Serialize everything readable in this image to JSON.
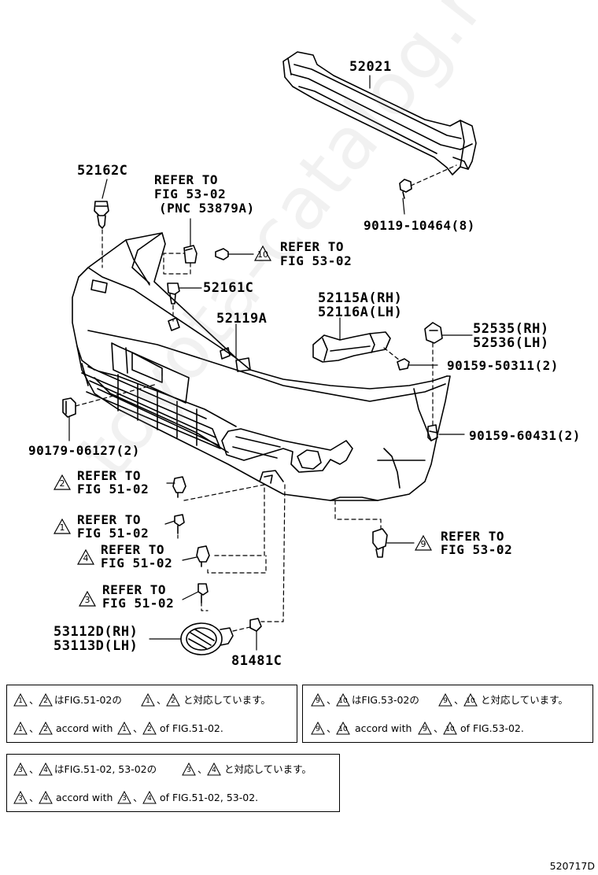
{
  "parts": {
    "reinforcement": "52021",
    "pin": "52162C",
    "retainer": "52161C",
    "bumper_cover": "52119A",
    "support_rh": "52115A(RH)",
    "support_lh": "52116A(LH)",
    "spacer_rh": "52535(RH)",
    "spacer_lh": "52536(LH)",
    "bolt_reinf": "90119-10464(8)",
    "screw_a": "90159-50311(2)",
    "screw_b": "90159-60431(2)",
    "nut": "90179-06127(2)",
    "fog_cover_rh": "53112D(RH)",
    "fog_cover_lh": "53113D(LH)",
    "fog_clip": "81481C"
  },
  "refs": {
    "pnc": {
      "line1": "REFER TO",
      "line2": "FIG 53-02",
      "line3": "(PNC 53879A)"
    },
    "ref10": {
      "num": "10",
      "line1": "REFER TO",
      "line2": "FIG 53-02"
    },
    "ref2": {
      "num": "2",
      "line1": "REFER TO",
      "line2": "FIG 51-02"
    },
    "ref1": {
      "num": "1",
      "line1": "REFER TO",
      "line2": "FIG 51-02"
    },
    "ref4": {
      "num": "4",
      "line1": "REFER TO",
      "line2": "FIG 51-02"
    },
    "ref3": {
      "num": "3",
      "line1": "REFER TO",
      "line2": "FIG 51-02"
    },
    "ref9": {
      "num": "9",
      "line1": "REFER TO",
      "line2": "FIG 53-02"
    }
  },
  "notes": {
    "n1": {
      "a": "1",
      "b": "2",
      "sep": "、",
      "jp_mid": "はFIG.51-02の",
      "jp_end": "と対応しています。",
      "en_mid": "accord with",
      "en_end": "of FIG.51-02."
    },
    "n2": {
      "a": "9",
      "b": "10",
      "sep": "、",
      "jp_mid": "はFIG.53-02の",
      "jp_end": "と対応しています。",
      "en_mid": "accord with",
      "en_end": "of FIG.53-02."
    },
    "n3": {
      "a": "3",
      "b": "4",
      "sep": "、",
      "jp_mid": "はFIG.51-02, 53-02の",
      "jp_end": "と対応しています。",
      "en_mid": "accord with",
      "en_end": "of FIG.51-02, 53-02."
    }
  },
  "watermark": "toyota-catalog.ru",
  "diagram_code": "520717D"
}
